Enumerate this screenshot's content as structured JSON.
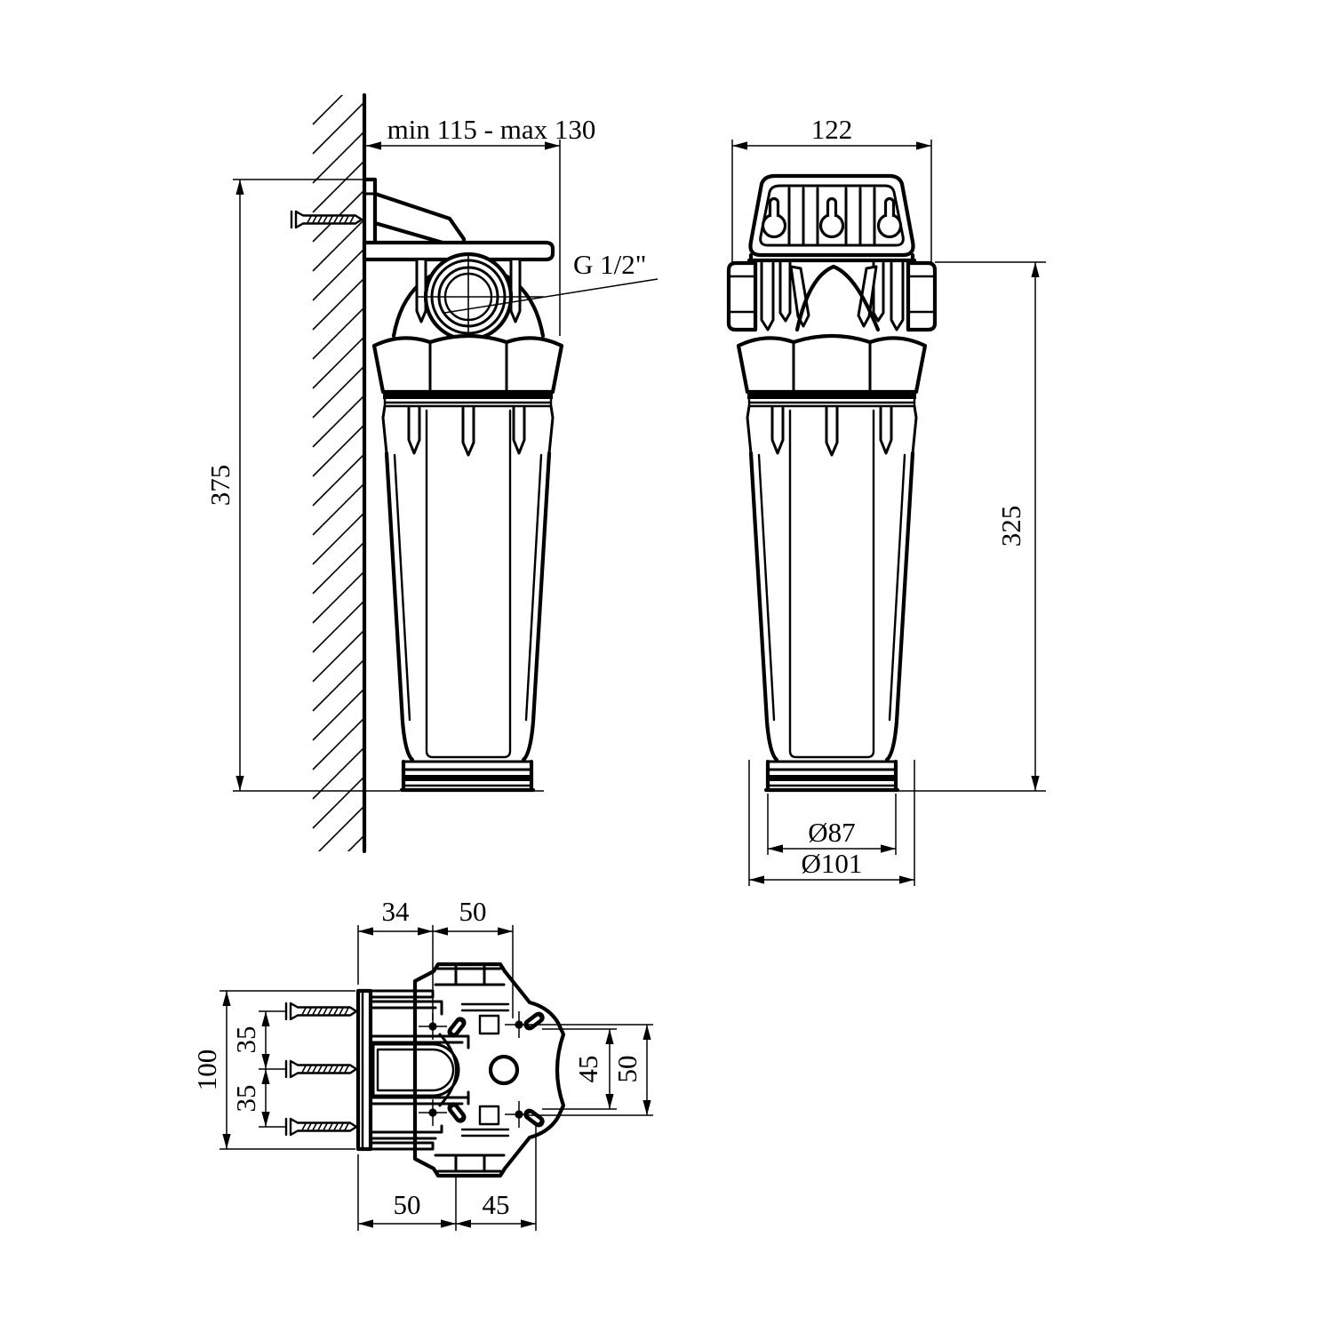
{
  "side_view": {
    "depth_range": "min 115 - max 130",
    "height": "375",
    "thread_label": "G 1/2\""
  },
  "front_view": {
    "width": "122",
    "height": "325",
    "inner_diameter": "Ø87",
    "outer_diameter": "Ø101"
  },
  "bottom_view": {
    "bracket_offset": "34",
    "hole_pitch_top": "50",
    "bracket_height": "100",
    "screw_pitch_upper": "35",
    "screw_pitch_lower": "35",
    "slot_pitch_right": "45",
    "hole_pitch_right": "50",
    "port_offset_bottom": "50",
    "hole_offset_bottom": "45"
  }
}
